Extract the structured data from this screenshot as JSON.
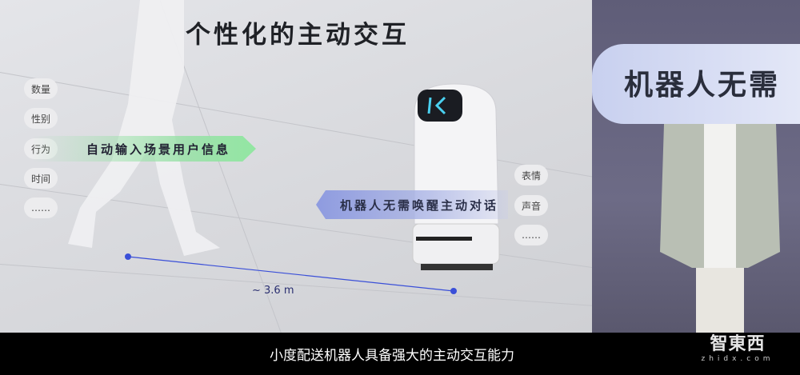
{
  "slide": {
    "title": "个性化的主动交互",
    "left_tags": [
      "数量",
      "性别",
      "行为",
      "时间",
      "……"
    ],
    "right_tags": [
      "表情",
      "声音",
      "……"
    ],
    "green_banner": "自动输入场景用户信息",
    "blue_banner": "机器人无需唤醒主动对话",
    "distance_label": "~ 3.6 m"
  },
  "stage": {
    "screen_text": "机器人无需"
  },
  "subtitle": "小度配送机器人具备强大的主动交互能力",
  "watermark": {
    "logo": "智東西",
    "domain": "zhidx.com"
  },
  "colors": {
    "accent_blue": "#3a4fd8",
    "green_banner": "#92e6a2",
    "blue_banner": "#8e9be0"
  }
}
